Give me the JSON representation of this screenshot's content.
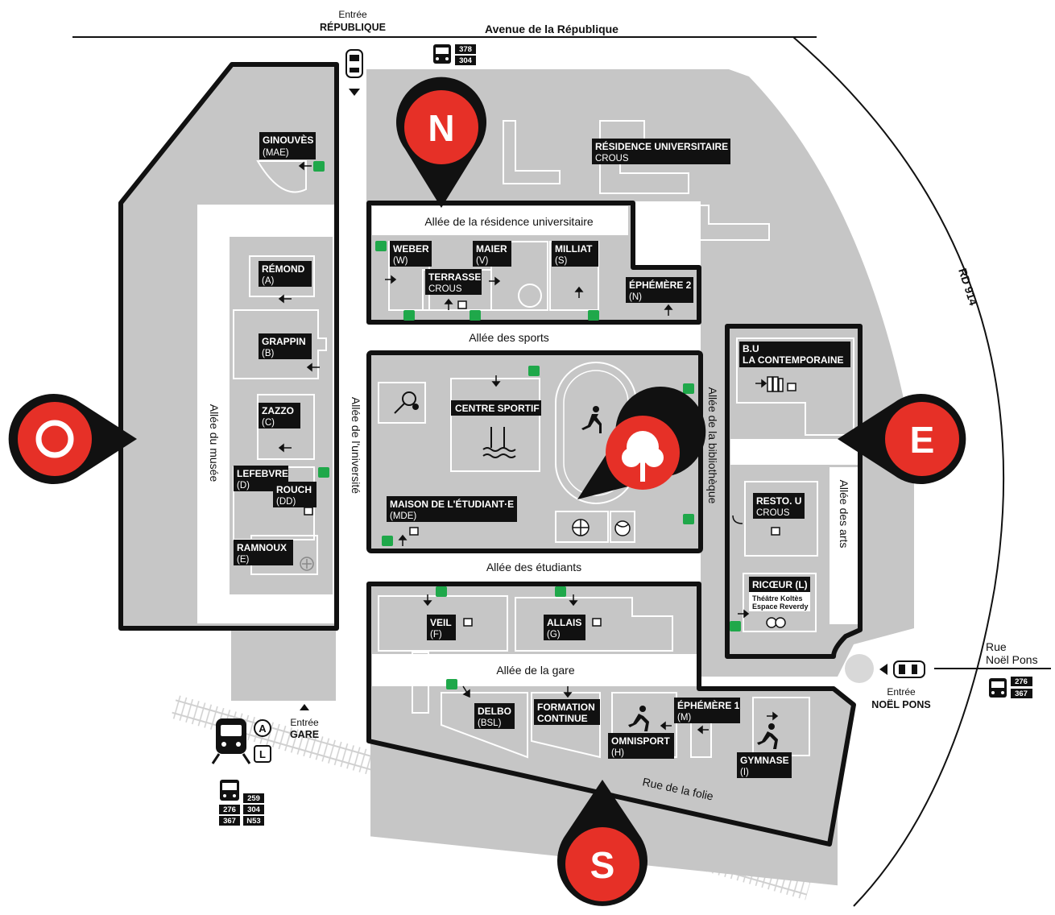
{
  "streets": {
    "avenue_republique": "Avenue de la République",
    "rd914": "RD 914",
    "rue_noel_pons_1": "Rue",
    "rue_noel_pons_2": "Noël Pons",
    "rue_folie": "Rue de la folie",
    "allee_residence": "Allée de la résidence universitaire",
    "allee_sports": "Allée des sports",
    "allee_etudiants": "Allée des étudiants",
    "allee_gare": "Allée de la gare",
    "allee_musee": "Allée du musée",
    "allee_universite": "Allée de l'université",
    "allee_bibliotheque": "Allée de la bibliothèque",
    "allee_arts": "Allée des arts"
  },
  "entrances": {
    "republique_1": "Entrée",
    "republique_2": "RÉPUBLIQUE",
    "noel_pons_1": "Entrée",
    "noel_pons_2": "NOËL PONS",
    "gare_1": "Entrée",
    "gare_2": "GARE"
  },
  "compass": {
    "north": "N",
    "south": "S",
    "east": "E",
    "west": "O"
  },
  "transit": {
    "bus_republique": [
      "378",
      "304"
    ],
    "bus_noel_pons": [
      "276",
      "367"
    ],
    "bus_gare": [
      "259",
      "276",
      "304",
      "367",
      "N53"
    ],
    "rer": "A",
    "transilien": "L"
  },
  "buildings": {
    "ginouves": {
      "name": "GINOUVÈS",
      "code": "(MAE)"
    },
    "residence": {
      "name": "RÉSIDENCE UNIVERSITAIRE",
      "code": "CROUS"
    },
    "weber": {
      "name": "WEBER",
      "code": "(W)"
    },
    "maier": {
      "name": "MAIER",
      "code": "(V)"
    },
    "milliat": {
      "name": "MILLIAT",
      "code": "(S)"
    },
    "terrasse": {
      "name": "TERRASSE",
      "code": "CROUS"
    },
    "ephemere2": {
      "name": "ÉPHÉMÈRE 2",
      "code": "(N)"
    },
    "remond": {
      "name": "RÉMOND",
      "code": "(A)"
    },
    "grappin": {
      "name": "GRAPPIN",
      "code": "(B)"
    },
    "zazzo": {
      "name": "ZAZZO",
      "code": "(C)"
    },
    "lefebvre": {
      "name": "LEFEBVRE",
      "code": "(D)"
    },
    "rouch": {
      "name": "ROUCH",
      "code": "(DD)"
    },
    "ramnoux": {
      "name": "RAMNOUX",
      "code": "(E)"
    },
    "centre_sportif": {
      "name": "CENTRE SPORTIF"
    },
    "mde": {
      "name": "MAISON DE L'ÉTUDIANT·E",
      "code": "(MDE)"
    },
    "bu": {
      "name": "B.U",
      "code": "LA CONTEMPORAINE"
    },
    "resto": {
      "name": "RESTO. U",
      "code": "CROUS"
    },
    "ricoeur": {
      "name": "RICŒUR (L)",
      "sub1": "Théâtre Koltès",
      "sub2": "Espace Reverdy"
    },
    "veil": {
      "name": "VEIL",
      "code": "(F)"
    },
    "allais": {
      "name": "ALLAIS",
      "code": "(G)"
    },
    "delbo": {
      "name": "DELBO",
      "code": "(BSL)"
    },
    "formation": {
      "name": "FORMATION",
      "code": "CONTINUE"
    },
    "ephemere1": {
      "name": "ÉPHÉMÈRE 1",
      "code": "(M)"
    },
    "omnisport": {
      "name": "OMNISPORT",
      "code": "(H)"
    },
    "gymnase": {
      "name": "GYMNASE",
      "code": "(I)"
    }
  },
  "colors": {
    "zone": "#c6c6c6",
    "outline": "#111111",
    "accent": "#e63027",
    "bike": "#1fa84a"
  }
}
